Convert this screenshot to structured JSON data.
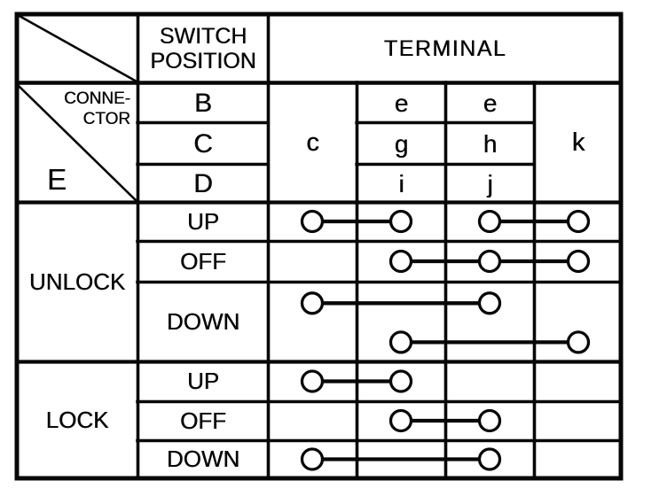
{
  "page": {
    "background": "#ffffff",
    "ink": "#070707"
  },
  "header": {
    "switch_position": "SWITCH POSITION",
    "terminal": "TERMINAL"
  },
  "connector_cell": {
    "line1": "CONNE-",
    "line2": "CTOR",
    "connector_id": "E"
  },
  "switch_rows": [
    "B",
    "C",
    "D"
  ],
  "terminal_columns": [
    {
      "labels": [
        "c"
      ]
    },
    {
      "labels": [
        "e",
        "g",
        "i"
      ]
    },
    {
      "labels": [
        "e",
        "h",
        "j"
      ]
    },
    {
      "labels": [
        "k"
      ]
    }
  ],
  "groups": [
    {
      "label": "UNLOCK",
      "rows": [
        {
          "position": "UP",
          "lines": [
            [
              [
                "c",
                "g"
              ],
              [
                "h",
                "k"
              ]
            ]
          ]
        },
        {
          "position": "OFF",
          "lines": [
            [
              [
                "g",
                "h",
                "k"
              ]
            ]
          ]
        },
        {
          "position": "DOWN",
          "lines": [
            [
              [
                "c",
                "j"
              ]
            ],
            [
              [
                "i",
                "k"
              ]
            ]
          ]
        }
      ]
    },
    {
      "label": "LOCK",
      "rows": [
        {
          "position": "UP",
          "lines": [
            [
              [
                "c",
                "g"
              ]
            ]
          ]
        },
        {
          "position": "OFF",
          "lines": [
            [
              [
                "g",
                "h"
              ]
            ]
          ]
        },
        {
          "position": "DOWN",
          "lines": [
            [
              [
                "c",
                "j"
              ]
            ]
          ]
        }
      ]
    }
  ]
}
